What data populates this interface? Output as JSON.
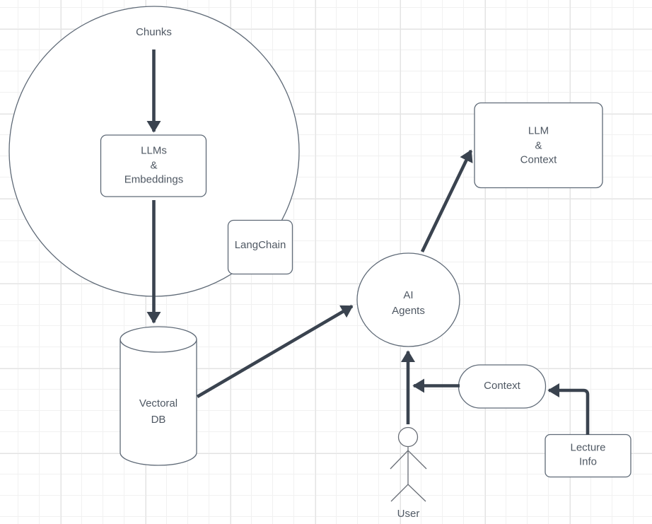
{
  "theme": {
    "canvas_bg": "#ffffff",
    "grid_minor": "#f1f1f1",
    "grid_major": "#e3e3e3",
    "shape_fill": "#ffffff",
    "shape_stroke": "#5f6a77",
    "actor_stroke": "#686d75",
    "arrow_color": "#3a434f",
    "text_color": "#4f5863"
  },
  "nodes": {
    "chunks": {
      "label": "Chunks"
    },
    "llms_embeddings": {
      "lines": [
        "LLMs",
        "&",
        "Embeddings"
      ]
    },
    "langchain": {
      "label": "LangChain"
    },
    "vectoral_db": {
      "lines": [
        "Vectoral",
        "DB"
      ]
    },
    "ai_agents": {
      "lines": [
        "AI",
        "Agents"
      ]
    },
    "llm_context": {
      "lines": [
        "LLM",
        "&",
        "Context"
      ]
    },
    "context": {
      "label": "Context"
    },
    "lecture_info": {
      "lines": [
        "Lecture",
        "Info"
      ]
    },
    "user": {
      "label": "User"
    }
  }
}
